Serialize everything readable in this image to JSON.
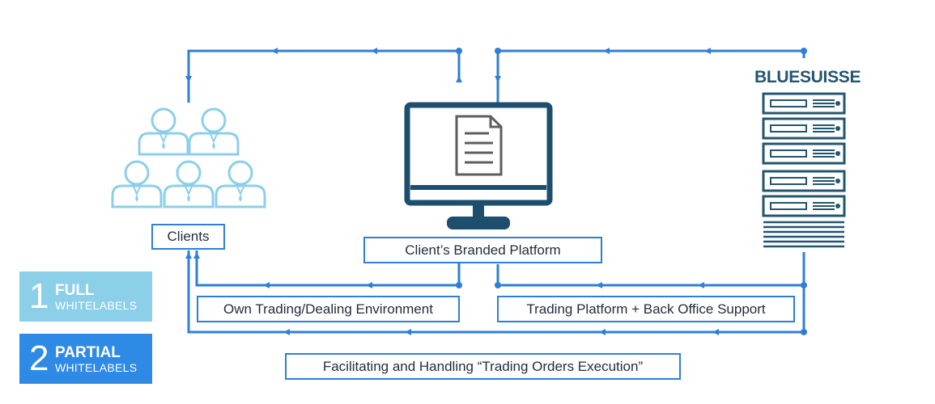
{
  "brand": {
    "name": "BLUESUISSE",
    "color": "#24556f"
  },
  "nodes": {
    "clients": "Clients",
    "platform": "Client’s Branded Platform"
  },
  "flows": {
    "own_env": "Own Trading/Dealing Environment",
    "support": "Trading Platform + Back Office Support",
    "execution": "Facilitating and Handling “Trading Orders Execution”"
  },
  "legend": [
    {
      "number": "1",
      "title": "FULL",
      "subtitle": "WHITELABELS",
      "color": "#8ccfe9"
    },
    {
      "number": "2",
      "title": "PARTIAL",
      "subtitle": "WHITELABELS",
      "color": "#2f8ae6"
    }
  ],
  "colors": {
    "line": "#2f7fd6",
    "clients_icon": "#8ccfe9",
    "monitor": "#1e4e6e",
    "document": "#5e5e5e",
    "server": "#24556f"
  },
  "icons": {
    "clients": "clients-group-icon",
    "platform": "monitor-document-icon",
    "provider": "server-rack-icon"
  }
}
